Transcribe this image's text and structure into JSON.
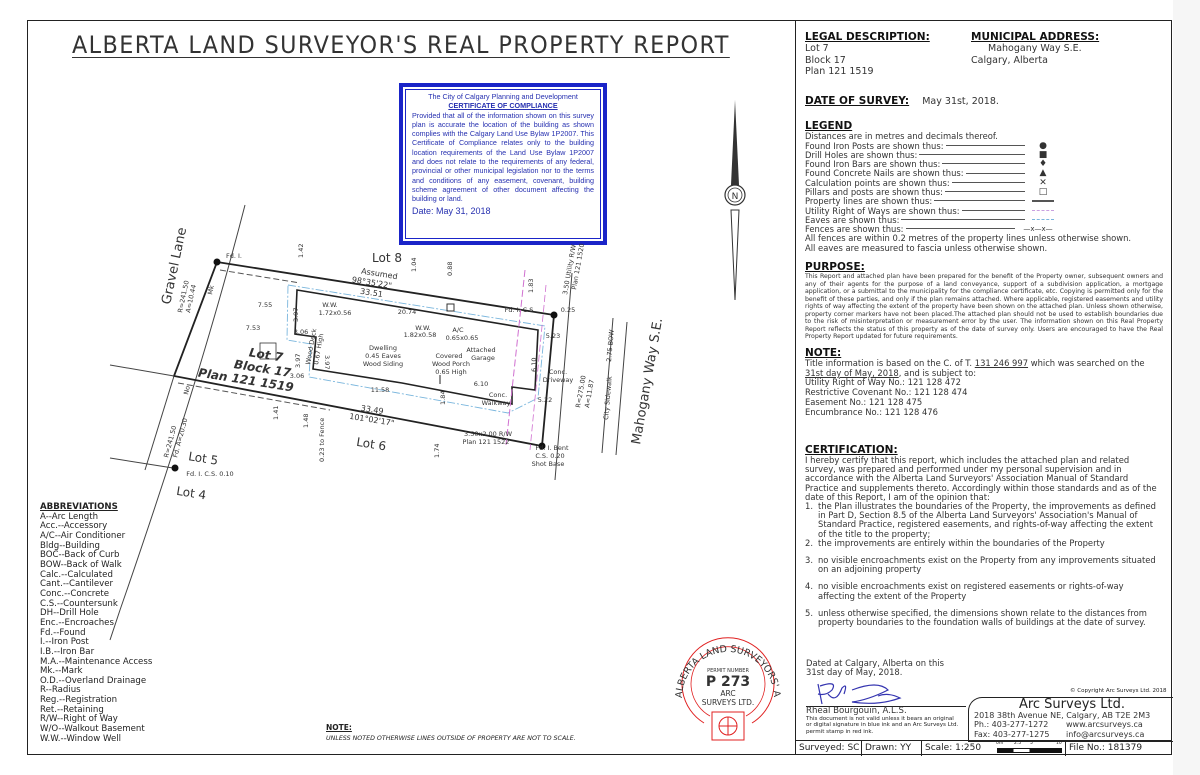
{
  "title": "ALBERTA LAND SURVEYOR'S REAL PROPERTY REPORT",
  "certificate": {
    "line1": "The City of Calgary Planning and Development",
    "heading": "CERTIFICATE OF COMPLIANCE",
    "body": "Provided that all of the information shown on this survey plan is accurate the location of the building as shown complies with the Calgary Land Use Bylaw 1P2007. This Certificate of Compliance relates only to the building location requirements of the Land Use Bylaw 1P2007 and does not relate to the requirements of any federal, provincial or other municipal legislation nor to the terms and conditions of any easement, covenant, building scheme agreement of other document affecting the building or land.",
    "date": "Date: May 31, 2018",
    "color": "#1a24c8"
  },
  "plan": {
    "lot8": "Lot 8",
    "lot6": "Lot 6",
    "lot5": "Lot 5",
    "lot4": "Lot 4",
    "lot7": "Lot 7",
    "block": "Block 17",
    "plan_no": "Plan 121 1519",
    "gravel_lane": "Gravel Lane",
    "street": "Mahogany Way S.E.",
    "assumed": "Assumed",
    "bearing_top": "98°35'22\"",
    "dist_top": "33.51",
    "dist_bottom": "33.49",
    "bearing_bottom": "101°02'17\"",
    "dwelling": "Dwelling",
    "eaves": "0.45 Eaves",
    "siding": "Wood Siding",
    "garage1": "Attached",
    "garage2": "Garage",
    "porch1": "Covered",
    "porch2": "Wood Porch",
    "porch3": "0.65 High",
    "ww1": "W.W.",
    "ww1_size": "1.72x0.56",
    "ww2": "W.W.",
    "ww2_size": "1.82x0.58",
    "ac": "A/C",
    "ac_size": "0.65x0.65",
    "deck": "Wood Deck",
    "deck_h": "0.67 High",
    "driveway1": "Conc.",
    "driveway2": "Driveway",
    "walkway1": "Conc.",
    "walkway2": "Walkway",
    "fd_top_left": "Fd. I.",
    "fd_top_right": "Fd. I. C.S.",
    "fd_tr_val": "0.25",
    "fd_bottom_right1": "Fd. I. Bent",
    "fd_bottom_right2": "C.S. 0.20",
    "fd_bottom_right3": "Shot Base",
    "fd_lot5": "Fd. I. C.S. 0.10",
    "curve_top": "R=241.50",
    "curve_top_a": "A=10.44",
    "curve_bottom": "R=241.50",
    "curve_bottom_a": "Fd. A=20.30",
    "curve_right": "R=275.00",
    "curve_right_a": "A=11.87",
    "utility_rw": "3.50 Utility R/W",
    "utility_plan": "Plan 121 1520",
    "rw_bottom": "3.50x2.00 R/W",
    "rw_bottom_plan": "Plan 121 1522",
    "bow": "2.75 BOW",
    "sidewalk": "City Sidewalk",
    "d142": "1.42",
    "d104": "1.04",
    "d088": "0.88",
    "d183": "1.83",
    "d755": "7.55",
    "d753": "7.53",
    "d397a": "3.97",
    "d397b": "3.97",
    "d397c": "3.97",
    "d306a": "3.06",
    "d306b": "3.06",
    "d2074": "20.74",
    "d1158": "11.58",
    "d184": "1.84",
    "d610a": "6.10",
    "d610b": "6.10",
    "d523": "5.23",
    "d522": "5.22",
    "d141": "1.41",
    "d148": "1.48",
    "d023": "0.23 to Fence",
    "d174": "1.74",
    "mk": "Mk",
    "no": "No",
    "north": "N"
  },
  "abbreviations": {
    "heading": "ABBREVIATIONS",
    "items": [
      "A--Arc Length",
      "Acc.--Accessory",
      "A/C--Air Conditioner",
      "Bldg--Building",
      "BOC--Back of Curb",
      "BOW--Back of Walk",
      "Calc.--Calculated",
      "Cant.--Cantilever",
      "Conc.--Concrete",
      "C.S.--Countersunk",
      "DH--Drill Hole",
      "Enc.--Encroaches",
      "Fd.--Found",
      "I.--Iron Post",
      "I.B.--Iron Bar",
      "M.A.--Maintenance Access",
      "Mk.--Mark",
      "O.D.--Overland Drainage",
      "R--Radius",
      "Reg.--Registration",
      "Ret.--Retaining",
      "R/W--Right of Way",
      "W/O--Walkout Basement",
      "W.W.--Window Well"
    ]
  },
  "bottom_note": {
    "heading": "NOTE:",
    "text": "UNLESS NOTED OTHERWISE LINES OUTSIDE OF PROPERTY ARE NOT TO SCALE."
  },
  "stamp": {
    "ring": "ALBERTA LAND SURVEYORS' ASSOCIATION",
    "permit_label": "PERMIT NUMBER",
    "permit": "P 273",
    "firm1": "ARC",
    "firm2": "SURVEYS LTD.",
    "color": "#e02020"
  },
  "legal": {
    "heading": "LEGAL DESCRIPTION:",
    "lot": "Lot 7",
    "block": "Block 17",
    "plan": "Plan 121 1519"
  },
  "municipal": {
    "heading": "MUNICIPAL ADDRESS:",
    "line1": "Mahogany Way S.E.",
    "line2": "Calgary, Alberta"
  },
  "survey_date": {
    "label": "DATE OF SURVEY:",
    "value": "May 31st, 2018."
  },
  "legend": {
    "heading": "LEGEND",
    "intro": "Distances are in metres and decimals thereof.",
    "rows": [
      {
        "label": "Found Iron Posts are shown thus:",
        "symbol": "●"
      },
      {
        "label": "Drill Holes are shown thus:",
        "symbol": "■"
      },
      {
        "label": "Found Iron Bars are shown thus:",
        "symbol": "♦"
      },
      {
        "label": "Found Concrete Nails are shown thus:",
        "symbol": "▲"
      },
      {
        "label": "Calculation points are shown thus:",
        "symbol": "✕"
      },
      {
        "label": "Pillars and posts are shown thus:",
        "symbol": "□"
      },
      {
        "label": "Property lines are shown thus:",
        "symbol": "line"
      },
      {
        "label": "Utility Right of Ways are shown thus:",
        "symbol": "utility"
      },
      {
        "label": "Eaves are shown thus:",
        "symbol": "eaves"
      },
      {
        "label": "Fences are shown thus:",
        "symbol": "—x—x—"
      }
    ],
    "note1": "All fences are within 0.2 metres of the property lines unless otherwise shown.",
    "note2": "All eaves are measured to fascia unless otherwise shown."
  },
  "purpose": {
    "heading": "PURPOSE:",
    "text": "This Report and attached plan have been prepared for the benefit of the Property owner, subsequent owners and any of their agents for the purpose of a land conveyance, support of a subdivision application, a mortgage application, or a submittal to the municipality for the compliance certificate, etc. Copying is permitted only for the benefit of these parties, and only if the plan remains attached. Where applicable, registered easements and utility rights of way affecting the extent of the property have been shown on the attached plan. Unless shown otherwise, property corner markers have not been placed.The attached plan should not be used to establish boundaries due to the risk of misinterpretation or measurement error by the user. The information shown on this Real Property Report reflects the status of this property as of the date of survey only. Users are encouraged to have the Real Property Report updated for future requirements."
  },
  "note": {
    "heading": "NOTE:",
    "t1": "Title information is based on the C. of T.",
    "ct": "131 246 997",
    "t2": "which was searched on the",
    "searched": "31st day of May, 2018",
    "t3": ", and is subject to:",
    "items": [
      "Utility Right of Way No.: 121 128 472",
      "Restrictive Covenant No.: 121 128 474",
      "Easement No.: 121 128 475",
      "Encumbrance No.: 121 128 476"
    ]
  },
  "certification": {
    "heading": "CERTIFICATION:",
    "intro": "I hereby certify that this report, which includes the attached plan and related survey, was prepared and performed under my personal supervision and in accordance with the Alberta Land Surveyors' Association Manual of Standard Practice and supplements thereto. Accordingly within those standards and as of the date of this Report, I am of the opinion that:",
    "items": [
      {
        "n": "1.",
        "text": "the Plan illustrates the boundaries of the Property, the improvements as defined in Part D, Section 8.5 of the Alberta Land Surveyors' Association's Manual of Standard Practice, registered easements, and rights-of-way affecting the extent of the title to the property;"
      },
      {
        "n": "2.",
        "text": "the improvements are entirely within the boundaries of the Property"
      },
      {
        "n": "3.",
        "text": "no visible encroachments exist on the Property from any improvements situated on an adjoining property"
      },
      {
        "n": "4.",
        "text": "no visible encroachments exist on registered easements or rights-of-way affecting the extent of the Property"
      },
      {
        "n": "5.",
        "text": "unless otherwise specified, the dimensions shown relate to the distances from property boundaries to the foundation walls of buildings at the date of survey."
      }
    ],
    "dated1": "Dated at Calgary, Alberta on this",
    "dated2": "31st day of May, 2018.",
    "surveyor": "Rheal Bourgouin, A.L.S.",
    "validity": "This document is not valid unless it bears an original or digital signature in blue ink and an Arc Surveys Ltd. permit stamp in red ink."
  },
  "firm": {
    "copyright": "© Copyright Arc Surveys Ltd. 2018",
    "name": "Arc Surveys Ltd.",
    "address": "2018 38th Avenue NE, Calgary, AB T2E 2M3",
    "phone": "Ph.: 403-277-1272",
    "fax": "Fax: 403-277-1275",
    "web": "www.arcsurveys.ca",
    "email": "info@arcsurveys.ca"
  },
  "footer": {
    "surveyed": "Surveyed: SC",
    "drawn": "Drawn: YY",
    "scale": "Scale: 1:250",
    "bar_labels": [
      "0m",
      "2.5",
      "5",
      "10"
    ],
    "file": "File No.: 181379"
  }
}
